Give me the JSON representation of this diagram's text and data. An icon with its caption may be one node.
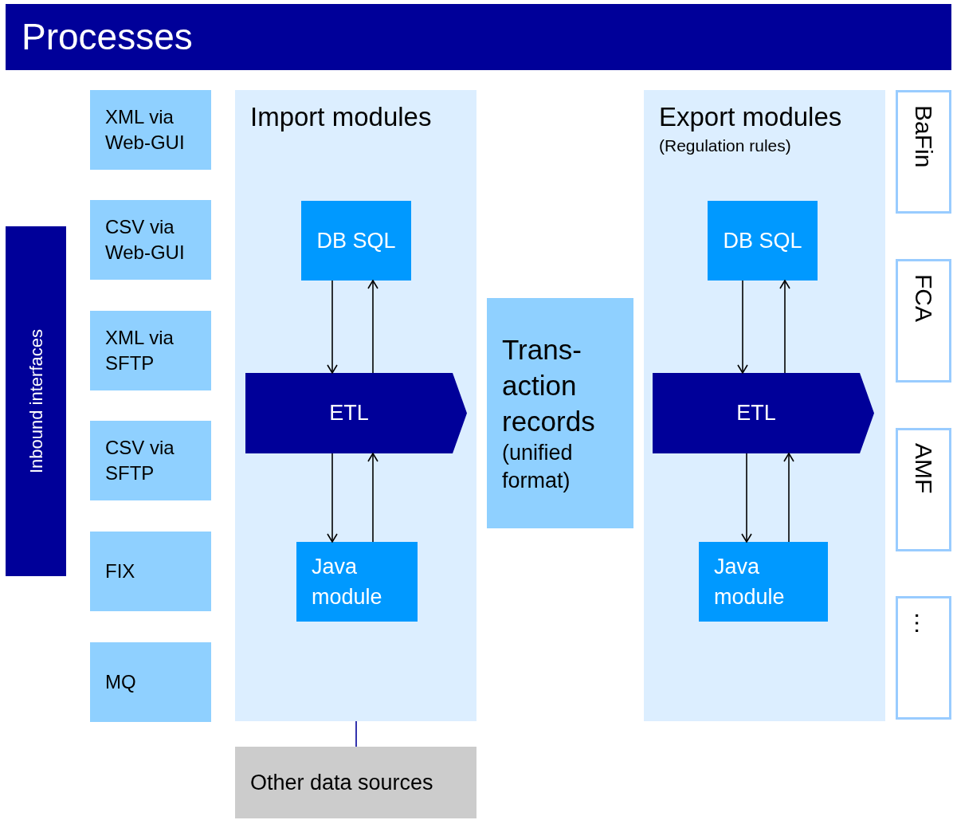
{
  "diagram": {
    "title": "Processes",
    "nodes": [
      {
        "text": [
          "Inbound interfaces"
        ]
      },
      {
        "text": [
          "XML via Web-GUI"
        ]
      },
      {
        "text": [
          "CSV via Web-GUI"
        ]
      },
      {
        "text": [
          "XML via SFTP"
        ]
      },
      {
        "text": [
          "CSV via SFTP"
        ]
      },
      {
        "text": [
          "FIX"
        ]
      },
      {
        "text": [
          "MQ"
        ]
      },
      {
        "text": [
          "Import modules"
        ]
      },
      {
        "text": [
          "DB SQL"
        ],
        "in": 7
      },
      {
        "text": [
          "ETL"
        ],
        "in": 7
      },
      {
        "text": [
          "Java module"
        ],
        "in": 7
      },
      {
        "text": [
          "Trans-action records",
          "(unified format)"
        ]
      },
      {
        "text": [
          "Export modules",
          "(Regulation rules)"
        ]
      },
      {
        "text": [
          "DB SQL"
        ],
        "in": 12
      },
      {
        "text": [
          "ETL"
        ],
        "in": 12
      },
      {
        "text": [
          "Java module"
        ],
        "in": 12
      },
      {
        "text": [
          "BaFin"
        ]
      },
      {
        "text": [
          "FCA"
        ]
      },
      {
        "text": [
          "AMF"
        ]
      },
      {
        "text": [
          "…"
        ]
      },
      {
        "text": [
          "Other data sources"
        ]
      }
    ],
    "edges": [
      {
        "from": 8,
        "to": 9,
        "arrow": "to"
      },
      {
        "from": 9,
        "to": 8,
        "arrow": "to"
      },
      {
        "from": 9,
        "to": 10,
        "arrow": "to"
      },
      {
        "from": 10,
        "to": 9,
        "arrow": "to"
      },
      {
        "from": 13,
        "to": 14,
        "arrow": "to"
      },
      {
        "from": 14,
        "to": 13,
        "arrow": "to"
      },
      {
        "from": 14,
        "to": 15,
        "arrow": "to"
      },
      {
        "from": 15,
        "to": 14,
        "arrow": "to"
      },
      {
        "from": 7,
        "to": 20,
        "arrow": "none",
        "color": "#000099"
      }
    ]
  }
}
